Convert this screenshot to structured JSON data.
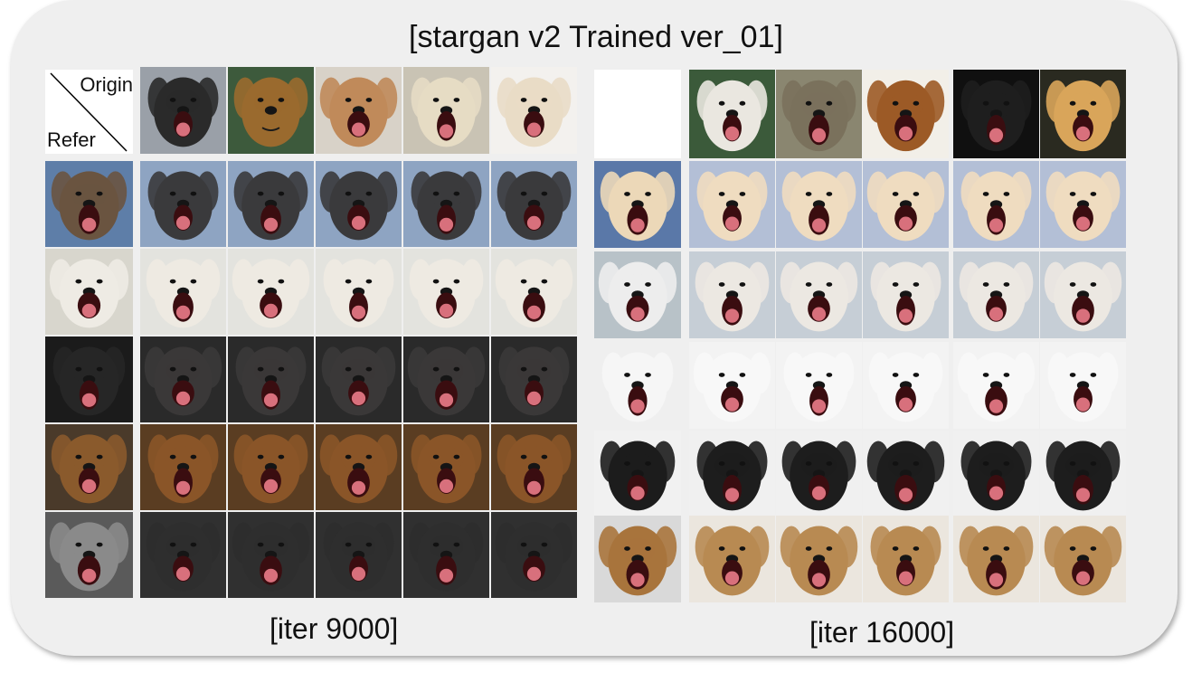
{
  "title": "[stargan v2 Trained ver_01]",
  "corner_header": {
    "origin": "Origin",
    "refer": "Refer"
  },
  "panels": [
    {
      "caption": "[iter 9000]",
      "origin_dogs": [
        {
          "name": "black-lab-yawning",
          "bg": "#9aa0a8",
          "fur": "#2a2a2a",
          "mouth": true
        },
        {
          "name": "boxer-brown",
          "bg": "#3d5a3c",
          "fur": "#9a6a2e",
          "mouth": false
        },
        {
          "name": "tan-dog-yawning",
          "bg": "#d8d2c8",
          "fur": "#c08a5a",
          "mouth": true
        },
        {
          "name": "cream-dog-yawning",
          "bg": "#c9c3b4",
          "fur": "#e6dcc4",
          "mouth": true
        },
        {
          "name": "white-poodle-yawning",
          "bg": "#f3f1ee",
          "fur": "#e9dcc6",
          "mouth": true
        }
      ],
      "reference_dogs": [
        {
          "name": "brown-dog-yawning",
          "bg": "#5e7ea8",
          "fur": "#6a5440"
        },
        {
          "name": "white-dog-yawning",
          "bg": "#d8d6cd",
          "fur": "#eeebe4"
        },
        {
          "name": "black-white-dog",
          "bg": "#1b1b1b",
          "fur": "#262626"
        },
        {
          "name": "brown-dog-snarling",
          "bg": "#4a3a2a",
          "fur": "#8a5a2c"
        },
        {
          "name": "grey-schnauzer",
          "bg": "#5a5a5a",
          "fur": "#8a8a8a"
        }
      ],
      "generated_rows": [
        {
          "bg": "#8ea4c2",
          "fur": "#3a3a3c"
        },
        {
          "bg": "#e3e3de",
          "fur": "#eeeae2"
        },
        {
          "bg": "#2a2a2a",
          "fur": "#3a3838"
        },
        {
          "bg": "#5a3d22",
          "fur": "#8a5528"
        },
        {
          "bg": "#303030",
          "fur": "#2e2e2e"
        }
      ]
    },
    {
      "caption": "[iter 16000]",
      "origin_dogs": [
        {
          "name": "white-dog-yawning",
          "bg": "#3b5a3a",
          "fur": "#eae7e0",
          "mouth": true
        },
        {
          "name": "grey-brown-dog",
          "bg": "#8a8670",
          "fur": "#7a715c",
          "mouth": true
        },
        {
          "name": "brown-dog-smiling",
          "bg": "#f2efe8",
          "fur": "#9c5a26",
          "mouth": true
        },
        {
          "name": "black-wolf-dog",
          "bg": "#101010",
          "fur": "#1e1e1e",
          "mouth": true
        },
        {
          "name": "golden-puppy",
          "bg": "#2a2a20",
          "fur": "#d9a55a",
          "mouth": true
        }
      ],
      "reference_dogs": [
        {
          "name": "cream-puppy",
          "bg": "#5a78a8",
          "fur": "#ecd8b8"
        },
        {
          "name": "husky-puppy",
          "bg": "#b8c2c8",
          "fur": "#ededed"
        },
        {
          "name": "white-maltese",
          "bg": "#efefef",
          "fur": "#f6f6f6"
        },
        {
          "name": "black-lab",
          "bg": "#f1f1f1",
          "fur": "#1c1c1c"
        },
        {
          "name": "tan-hound-tongue",
          "bg": "#d9d9d9",
          "fur": "#a8743c"
        }
      ],
      "generated_rows": [
        {
          "bg": "#b3bfd6",
          "fur": "#efdcc0"
        },
        {
          "bg": "#c6ced6",
          "fur": "#ece8e2"
        },
        {
          "bg": "#f3f3f3",
          "fur": "#f8f8f8"
        },
        {
          "bg": "#f0f0f0",
          "fur": "#1d1d1d"
        },
        {
          "bg": "#ebe6de",
          "fur": "#b88a52"
        }
      ]
    }
  ]
}
